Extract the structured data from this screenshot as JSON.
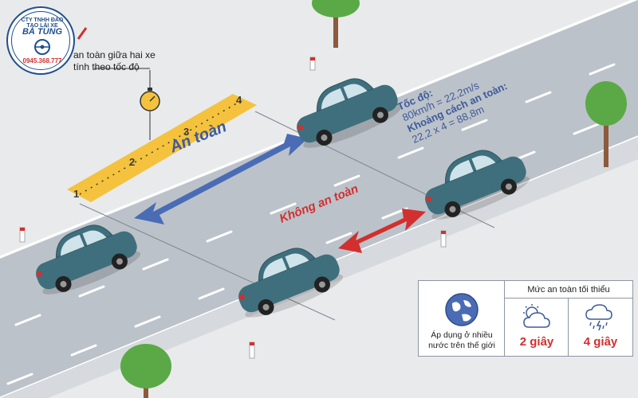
{
  "brand": {
    "logo_arc": "CTY TNHH ĐÀO TẠO LÁI XE",
    "logo_name": "BÁ TÙNG",
    "logo_phone": "0945.368.777"
  },
  "header": {
    "title_line1": "an toàn giữa hai xe",
    "title_line2": "tính theo tốc độ"
  },
  "speed_info": {
    "speed_label": "Tốc độ:",
    "speed_value": "80km/h = 22,2m/s",
    "distance_label": "Khoảng cách an toàn:",
    "distance_value": "22,2 x 4 = 88,8m"
  },
  "road": {
    "safe_label": "An toàn",
    "unsafe_label": "Không an toàn",
    "ruler_marks": [
      "1",
      "2",
      "3",
      "4"
    ]
  },
  "panel": {
    "apply_text": "Áp dụng ở nhiều nước trên thế giới",
    "min_title": "Mức an toàn tối thiểu",
    "clear_value": "2 giây",
    "rain_value": "4 giây"
  },
  "icons": [
    "stopwatch-icon",
    "globe-icon",
    "partly-cloudy-icon",
    "storm-cloud-icon",
    "tree-icon",
    "car-icon"
  ],
  "colors": {
    "safe_arrow": "#4a6cb5",
    "unsafe_arrow": "#d32f2f",
    "car_body": "#3f6f7c",
    "ruler": "#f5c23d",
    "road": "#bcc2c9",
    "grass": "#e9eaec"
  }
}
